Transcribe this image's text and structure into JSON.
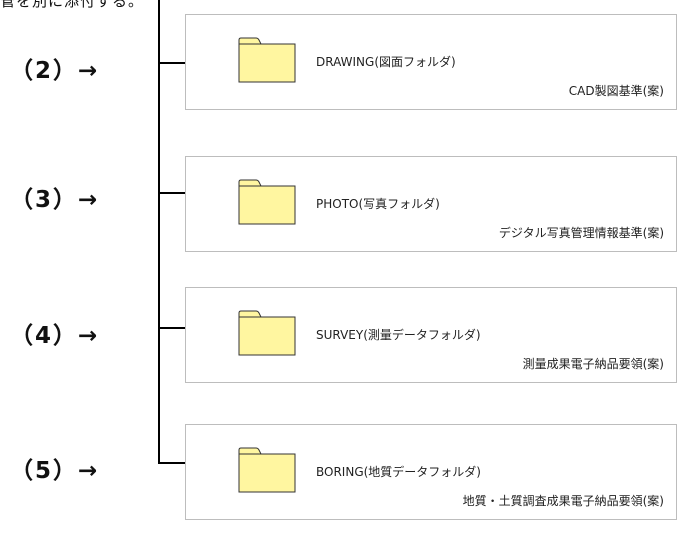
{
  "header": {
    "cut_text": "管を別に添付する。"
  },
  "rows": [
    {
      "label": "（2）→",
      "folder_name": "DRAWING(図面フォルダ)",
      "standard": "CAD製図基準(案)"
    },
    {
      "label": "（3）→",
      "folder_name": "PHOTO(写真フォルダ)",
      "standard": "デジタル写真管理情報基準(案)"
    },
    {
      "label": "（4）→",
      "folder_name": "SURVEY(測量データフォルダ)",
      "standard": "測量成果電子納品要領(案)"
    },
    {
      "label": "（5）→",
      "folder_name": "BORING(地質データフォルダ)",
      "standard": "地質・土質調査成果電子納品要領(案)"
    }
  ],
  "colors": {
    "folder_fill": "#fff6a0",
    "folder_stroke": "#333333",
    "line": "#000000",
    "box_border": "#bdbdbd"
  },
  "icons": {
    "folder": "folder-icon"
  }
}
